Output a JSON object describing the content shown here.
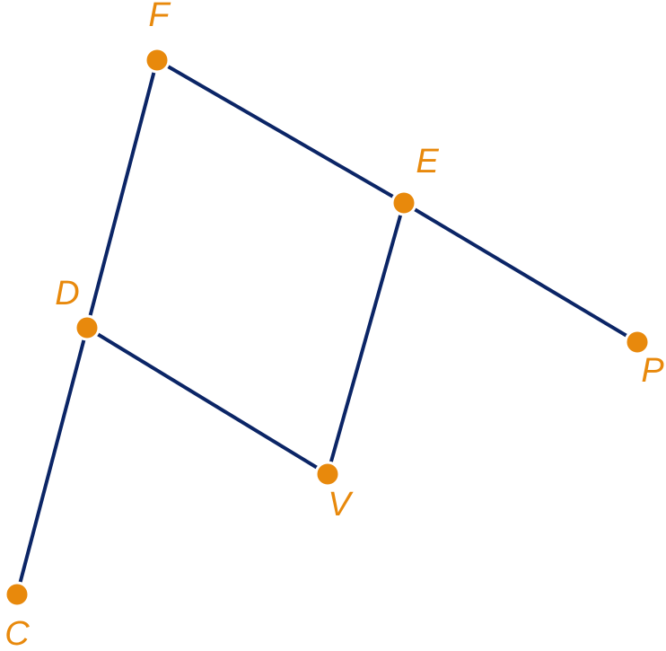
{
  "colors": {
    "line": "#0b2566",
    "point": "#e8890c",
    "label": "#e8890c"
  },
  "points": [
    {
      "id": "F",
      "label": "F"
    },
    {
      "id": "E",
      "label": "E"
    },
    {
      "id": "D",
      "label": "D"
    },
    {
      "id": "P",
      "label": "P"
    },
    {
      "id": "V",
      "label": "V"
    },
    {
      "id": "C",
      "label": "C"
    }
  ],
  "segments": [
    [
      "F",
      "E"
    ],
    [
      "E",
      "P"
    ],
    [
      "F",
      "D"
    ],
    [
      "D",
      "C"
    ],
    [
      "D",
      "V"
    ],
    [
      "E",
      "V"
    ]
  ]
}
